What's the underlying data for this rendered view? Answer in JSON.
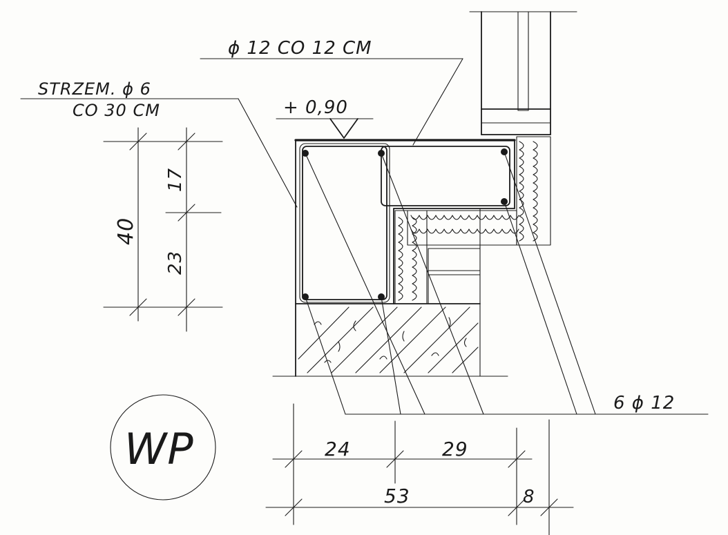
{
  "labels": {
    "top_bar": "ϕ 12 CO 12 CM",
    "stirrup_line1": "STRZEM. ϕ 6",
    "stirrup_line2": "CO 30 CM",
    "elevation": "+ 0,90",
    "bottom_bars": "6 ϕ 12",
    "badge": "WP"
  },
  "dimensions": {
    "vertical_total": "40",
    "vertical_upper": "17",
    "vertical_lower": "23",
    "horizontal_left": "24",
    "horizontal_right": "29",
    "horizontal_total": "53",
    "horizontal_edge": "8"
  }
}
